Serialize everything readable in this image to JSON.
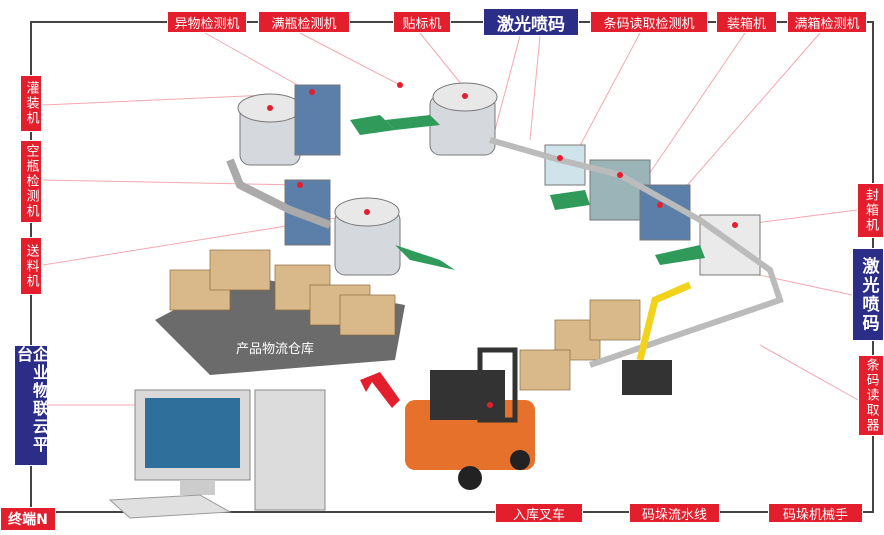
{
  "top_labels": [
    "异物检测机",
    "满瓶检测机",
    "贴标机",
    "激光喷码",
    "条码读取检测机",
    "装箱机",
    "满箱检测机"
  ],
  "left_labels": [
    "灌装机",
    "空瓶检测机",
    "送料机",
    "企业物联云平台",
    "终端N"
  ],
  "right_labels": [
    "封箱机",
    "激光喷码",
    "条码读取器"
  ],
  "bottom_labels": [
    "入库叉车",
    "码垛流水线",
    "码垛机械手"
  ],
  "warehouse_label": "产品物流仓库",
  "colors": {
    "label_red": "#e31e2d",
    "label_blue": "#2b2d87",
    "frame": "#444444"
  }
}
